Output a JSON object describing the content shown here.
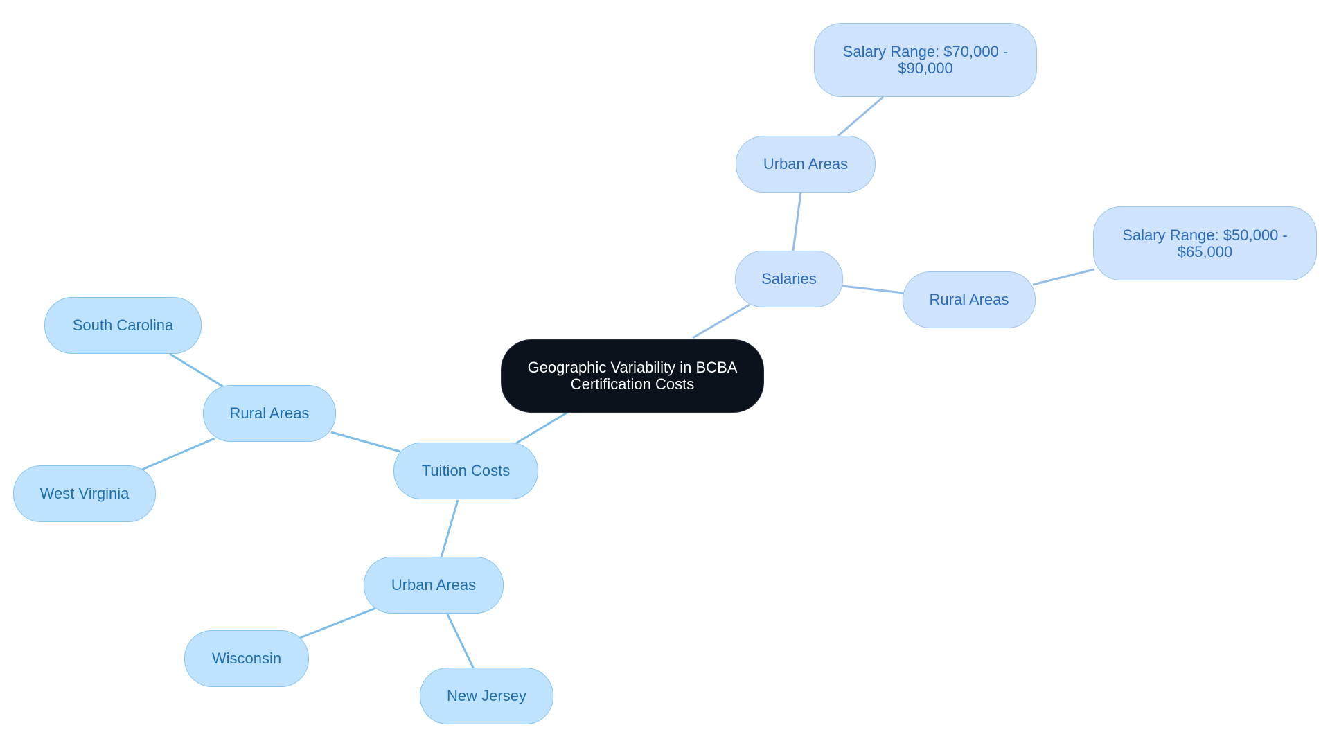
{
  "diagram": {
    "root": {
      "label": "Geographic Variability in BCBA Certification Costs"
    },
    "tuition_costs": {
      "label": "Tuition Costs",
      "rural": {
        "label": "Rural Areas",
        "south_carolina": "South Carolina",
        "west_virginia": "West Virginia"
      },
      "urban": {
        "label": "Urban Areas",
        "wisconsin": "Wisconsin",
        "new_jersey": "New Jersey"
      }
    },
    "salaries": {
      "label": "Salaries",
      "urban": {
        "label": "Urban Areas",
        "range": "Salary Range: $70,000 - $90,000"
      },
      "rural": {
        "label": "Rural Areas",
        "range": "Salary Range: $50,000 - $65,000"
      }
    }
  },
  "colors": {
    "root_fill": "#0b121b",
    "tuition_branch_fill": "#bfe3ff",
    "tuition_branch_line": "#7cbde9",
    "salaries_branch_fill": "#cfe4fc",
    "salaries_branch_line": "#94bde8"
  }
}
